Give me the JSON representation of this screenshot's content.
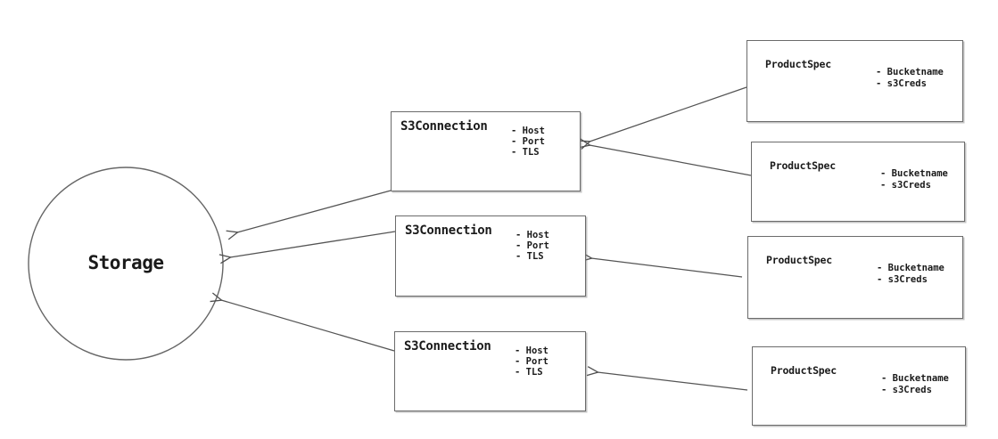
{
  "diagram": {
    "storage": {
      "label": "Storage"
    },
    "s3_connections": [
      {
        "id": "s3-connection-1",
        "title": "S3Connection",
        "attributes": [
          "- Host",
          "- Port",
          "- TLS"
        ]
      },
      {
        "id": "s3-connection-2",
        "title": "S3Connection",
        "attributes": [
          "- Host",
          "- Port",
          "- TLS"
        ]
      },
      {
        "id": "s3-connection-3",
        "title": "S3Connection",
        "attributes": [
          "- Host",
          "- Port",
          "- TLS"
        ]
      }
    ],
    "product_specs": [
      {
        "id": "product-spec-1",
        "title": "ProductSpec",
        "attributes": [
          "- Bucketname",
          "- s3Creds"
        ]
      },
      {
        "id": "product-spec-2",
        "title": "ProductSpec",
        "attributes": [
          "- Bucketname",
          "- s3Creds"
        ]
      },
      {
        "id": "product-spec-3",
        "title": "ProductSpec",
        "attributes": [
          "- Bucketname",
          "- s3Creds"
        ]
      },
      {
        "id": "product-spec-4",
        "title": "ProductSpec",
        "attributes": [
          "- Bucketname",
          "- s3Creds"
        ]
      }
    ],
    "edges": [
      {
        "from": "product-spec-1",
        "to": "s3-connection-1"
      },
      {
        "from": "product-spec-2",
        "to": "s3-connection-1"
      },
      {
        "from": "product-spec-3",
        "to": "s3-connection-2"
      },
      {
        "from": "product-spec-4",
        "to": "s3-connection-3"
      },
      {
        "from": "s3-connection-1",
        "to": "storage"
      },
      {
        "from": "s3-connection-2",
        "to": "storage"
      },
      {
        "from": "s3-connection-3",
        "to": "storage"
      }
    ],
    "colors": {
      "stroke": "#5c5c5c",
      "box_border": "#6b6b6b",
      "text": "#1a1a1a",
      "background": "#ffffff"
    }
  }
}
